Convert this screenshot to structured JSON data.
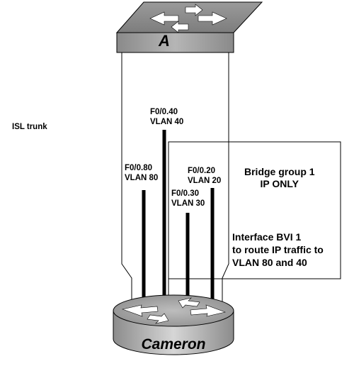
{
  "switch": {
    "name": "A",
    "icon": "switch-icon"
  },
  "router": {
    "name": "Cameron",
    "icon": "router-icon"
  },
  "trunk_label": "ISL trunk",
  "subinterfaces": [
    {
      "interface": "F0/0.40",
      "vlan": "VLAN 40"
    },
    {
      "interface": "F0/0.80",
      "vlan": "VLAN 80"
    },
    {
      "interface": "F0/0.30",
      "vlan": "VLAN 30"
    },
    {
      "interface": "F0/0.20",
      "vlan": "VLAN 20"
    }
  ],
  "bridge_group": {
    "title": "Bridge group 1",
    "subtitle": "IP ONLY"
  },
  "bvi_note": {
    "line1": "Interface BVI 1",
    "line2": "to route IP traffic to",
    "line3": "VLAN 80 and 40"
  }
}
